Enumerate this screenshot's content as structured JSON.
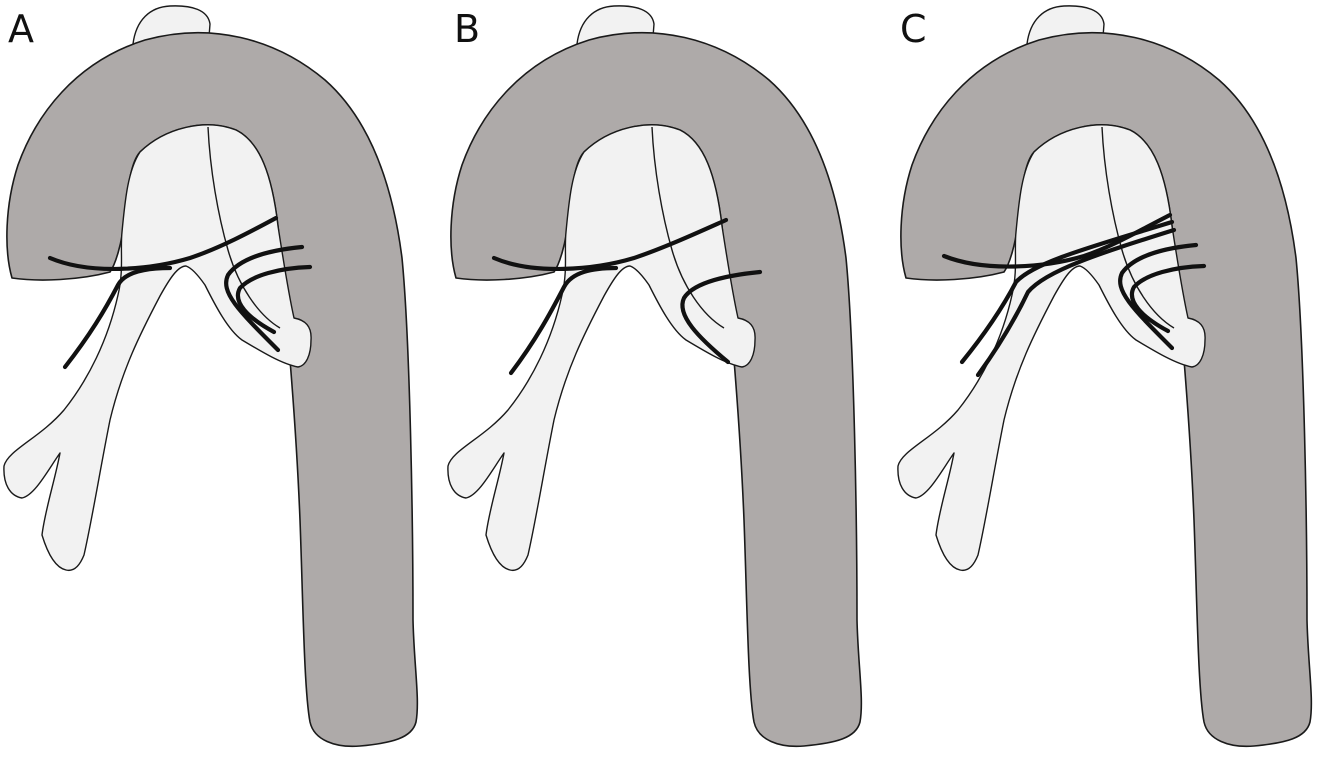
{
  "figure": {
    "panels": [
      {
        "label": "A",
        "wire_set": "A"
      },
      {
        "label": "B",
        "wire_set": "B"
      },
      {
        "label": "C",
        "wire_set": "C"
      }
    ],
    "colors": {
      "aorta": "#aeaaa9",
      "vessels": "#f2f2f2",
      "outline": "#1a1a1a",
      "wire": "#111111",
      "background": "#ffffff"
    }
  }
}
